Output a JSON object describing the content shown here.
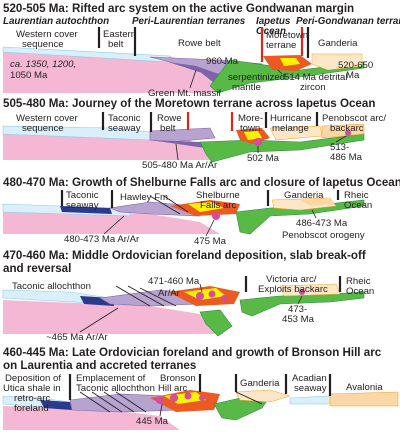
{
  "palette": {
    "laurentia": "#f4b8d4",
    "cover": "#d9effa",
    "cover_line": "#8ccbe9",
    "slab": "#59b947",
    "slab_dark": "#2e8b3e",
    "rowe": "#b6a3cf",
    "purple": "#7f63a8",
    "moretown": "#ec5a24",
    "orange": "#f7a11a",
    "yellow": "#fff200",
    "ganderia": "#fde7c8",
    "avalonia": "#fbd6a7",
    "pink_dot": "#d64b9a",
    "red_line": "#e1251b",
    "navy": "#2b3a8c"
  },
  "panel1": {
    "title": "520-505 Ma: Rifted arc system on the active Gondwanan margin",
    "headers": {
      "laurentian": "Laurentian autochthon",
      "peri_laurentian": "Peri-Laurentian terranes",
      "iapetus_1": "Iapetus",
      "iapetus_2": "Ocean",
      "peri_gondwanan": "Peri-Gondwanan terranes"
    },
    "labels": {
      "western_cover_1": "Western cover",
      "western_cover_2": "sequence",
      "eastern_belt_1": "Eastern",
      "eastern_belt_2": "belt",
      "rowe_belt": "Rowe belt",
      "moretown_1": "Moretown",
      "moretown_2": "terrane",
      "ganderia": "Ganderia",
      "ca_1": "ca. 1350, 1200,",
      "ca_2": "1050 Ma",
      "ma_960": "960 Ma",
      "ma_520": "520-650",
      "ma_520b": "Ma",
      "green_mt": "Green Mt. massif",
      "serp_1": "serpentinized",
      "serp_2": "mantle",
      "detrital_1": "514 Ma detrital",
      "detrital_2": "zircon"
    }
  },
  "panel2": {
    "title": "505-480 Ma: Journey of the Moretown terrane across Iapetus Ocean",
    "labels": {
      "western_cover_1": "Western cover",
      "western_cover_2": "sequence",
      "taconic_1": "Taconic",
      "taconic_2": "seaway",
      "rowe_1": "Rowe",
      "rowe_2": "belt",
      "more_1": "More-",
      "more_2": "town",
      "hurricane_1": "Hurricane",
      "hurricane_2": "melange",
      "penobscot_1": "Penobscot arc/",
      "penobscot_2": "backarc",
      "ma_505": "505-480 Ma Ar/Ar",
      "ma_502": "502 Ma",
      "ma_513_1": "513-",
      "ma_513_2": "486 Ma"
    }
  },
  "panel3": {
    "title": "480-470 Ma: Growth of Shelburne Falls arc and closure of Iapetus Ocean",
    "labels": {
      "taconic_1": "Taconic",
      "taconic_2": "seaway",
      "hawley": "Hawley Fm.",
      "shelburne_1": "Shelburne",
      "shelburne_2": "Falls arc",
      "ganderia": "Ganderia",
      "rheic_1": "Rheic",
      "rheic_2": "Ocean",
      "ma_480": "480-473 Ma Ar/Ar",
      "ma_475": "475 Ma",
      "ma_486": "486-473 Ma",
      "penobscot_orogeny": "Penobscot orogeny"
    }
  },
  "panel4": {
    "title_1": "470-460 Ma: Middle Ordovician foreland deposition, slab break-off",
    "title_2": "and reversal",
    "labels": {
      "taconic_allo": "Taconic allochthon",
      "ma_471": "471-460 Ma",
      "ar": "Ar/Ar",
      "ma_465": "~465 Ma Ar/Ar",
      "victoria_1": "Victoria arc/",
      "victoria_2": "Exploits backarc",
      "rheic_1": "Rheic",
      "rheic_2": "Ocean",
      "ma_473_1": "473-",
      "ma_473_2": "453 Ma"
    }
  },
  "panel5": {
    "title_1": "460-445 Ma: Late Ordovician foreland and growth of Bronson Hill arc",
    "title_2": "on Laurentia and accreted terranes",
    "labels": {
      "utica_1": "Deposition of",
      "utica_2": "Utica shale in",
      "utica_3": "retro-arc",
      "utica_4": "foreland",
      "emplacement_1": "Emplacement of",
      "emplacement_2": "Taconic allochthon",
      "bronson_1": "Bronson",
      "bronson_2": "Hill arc",
      "ganderia": "Ganderia",
      "acadian_1": "Acadian",
      "acadian_2": "seaway",
      "avalonia": "Avalonia",
      "ma_445": "445 Ma"
    }
  }
}
